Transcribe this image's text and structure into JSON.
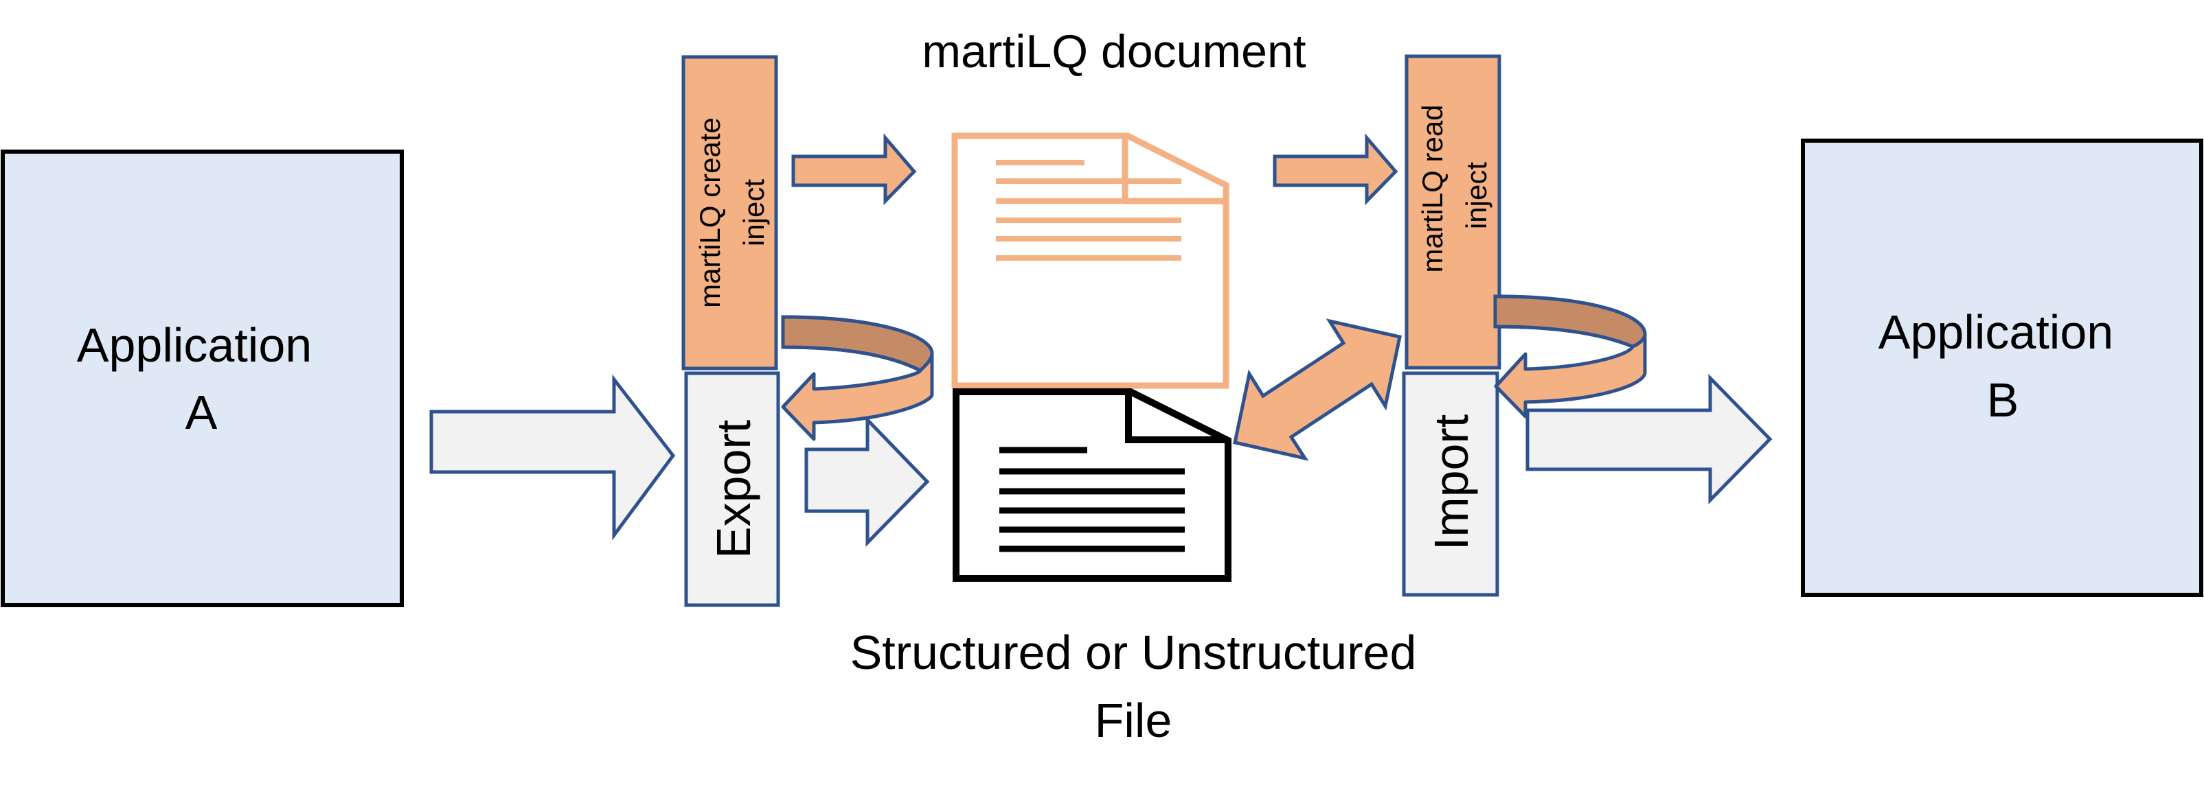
{
  "diagram": {
    "app_a": {
      "line1": "Application",
      "line2": "A"
    },
    "app_b": {
      "line1": "Application",
      "line2": "B"
    },
    "create_box": {
      "line1": "martiLQ create",
      "line2": "inject"
    },
    "read_box": {
      "line1": "martiLQ read",
      "line2": "inject"
    },
    "export_box": {
      "label": "Export"
    },
    "import_box": {
      "label": "Import"
    },
    "martilq_doc": {
      "label": "martiLQ document"
    },
    "file_doc": {
      "line1": "Structured or Unstructured",
      "line2": "File"
    }
  },
  "colors": {
    "app_fill": "#dee9f5",
    "orange": "#f4b183",
    "brown": "#c48b66",
    "stroke_blue": "#2f528f",
    "gray": "#f2f2f2",
    "black": "#000000"
  }
}
